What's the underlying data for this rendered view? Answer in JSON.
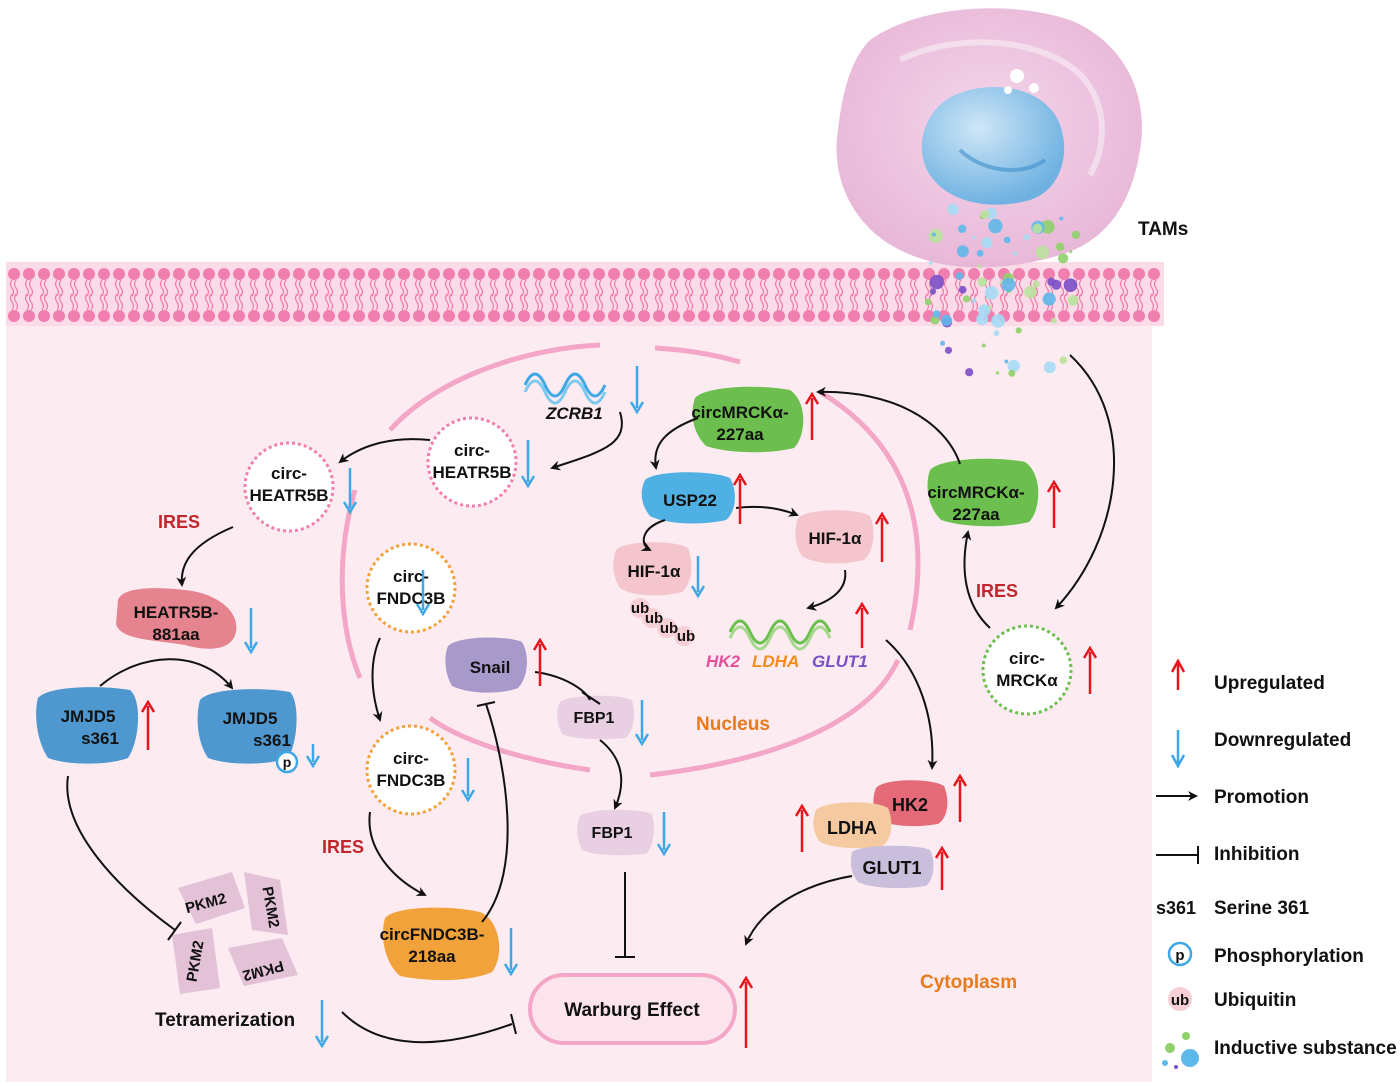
{
  "labels": {
    "tams": "TAMs",
    "nucleus": "Nucleus",
    "cytoplasm": "Cytoplasm",
    "zcrb1": "ZCRB1",
    "circ_heatr5b_nuc_1": "circ-",
    "circ_heatr5b_nuc_2": "HEATR5B",
    "circ_heatr5b_cyt_1": "circ-",
    "circ_heatr5b_cyt_2": "HEATR5B",
    "ires_heatr5b": "IRES",
    "heatr5b_881aa_1": "HEATR5B-",
    "heatr5b_881aa_2": "881aa",
    "jmjd5_left_1": "JMJD5",
    "jmjd5_left_2": "s361",
    "jmjd5_right_1": "JMJD5",
    "jmjd5_right_2": "s361",
    "phospho_p": "p",
    "pkm2": "PKM2",
    "tetramerization": "Tetramerization",
    "circ_fndc3b_nuc_1": "circ-",
    "circ_fndc3b_nuc_2": "FNDC3B",
    "circ_fndc3b_cyt_1": "circ-",
    "circ_fndc3b_cyt_2": "FNDC3B",
    "ires_fndc3b": "IRES",
    "circfndc3b_218aa_1": "circFNDC3B-",
    "circfndc3b_218aa_2": "218aa",
    "snail": "Snail",
    "fbp1_nuc": "FBP1",
    "fbp1_cyt": "FBP1",
    "warburg": "Warburg Effect",
    "circmrcka_227aa_nuc_1": "circMRCKα-",
    "circmrcka_227aa_nuc_2": "227aa",
    "usp22": "USP22",
    "hif1a_ub": "HIF-1α",
    "hif1a": "HIF-1α",
    "ub": "ub",
    "hk2_gene": "HK2",
    "ldha_gene": "LDHA",
    "glut1_gene": "GLUT1",
    "hk2_prot": "HK2",
    "ldha_prot": "LDHA",
    "glut1_prot": "GLUT1",
    "circmrcka_227aa_cyt_1": "circMRCKα-",
    "circmrcka_227aa_cyt_2": "227aa",
    "ires_mrcka": "IRES",
    "circ_mrcka_1": "circ-",
    "circ_mrcka_2": "MRCKα"
  },
  "legend": {
    "upregulated": "Upregulated",
    "downregulated": "Downregulated",
    "promotion": "Promotion",
    "inhibition": "Inhibition",
    "s361": "s361",
    "serine": "Serine 361",
    "p": "p",
    "phosphorylation": "Phosphorylation",
    "ub": "ub",
    "ubiquitin": "Ubiquitin",
    "inductive": "Inductive substance"
  },
  "colors": {
    "up_arrow": "#e8141b",
    "down_arrow": "#3ea8e6",
    "membrane": "#f07fb0",
    "ires_text": "#c0272d",
    "compartment_text": "#e87b1e",
    "hk2_gene": "#e84d9a",
    "ldha_gene": "#f28c1b",
    "glut1_gene": "#7a4fc8"
  }
}
